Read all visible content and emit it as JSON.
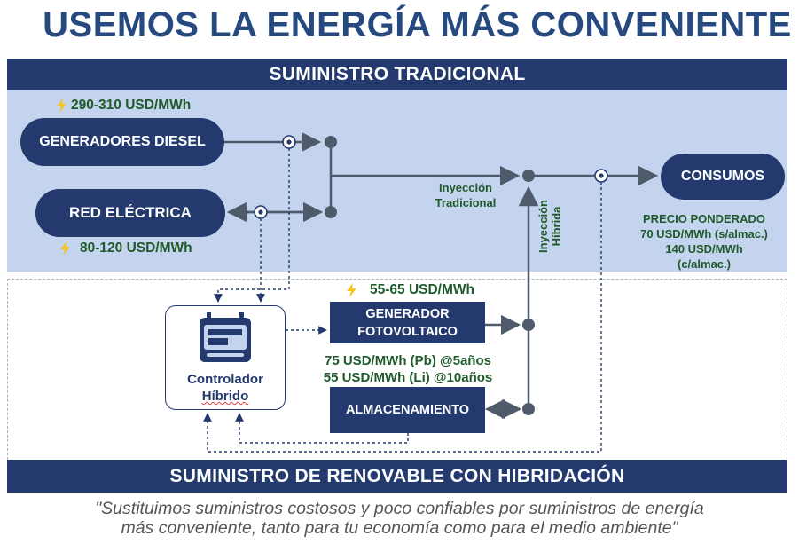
{
  "title": "USEMOS LA ENERGÍA MÁS CONVENIENTE",
  "traditional": {
    "header": "SUMINISTRO TRADICIONAL",
    "diesel_label": "GENERADORES DIESEL",
    "diesel_price": "290-310 USD/MWh",
    "grid_label": "RED ELÉCTRICA",
    "grid_price": "80-120 USD/MWh",
    "injection_line1": "Inyección",
    "injection_line2": "Tradicional",
    "consumption_label": "CONSUMOS",
    "weighted_line1": "PRECIO PONDERADO",
    "weighted_line2": "70 USD/MWh (s/almac.)",
    "weighted_line3": "140 USD/MWh",
    "weighted_line4": "(c/almac.)"
  },
  "renewable": {
    "header": "SUMINISTRO DE RENOVABLE CON HIBRIDACIÓN",
    "hybrid_injection_line1": "Inyección",
    "hybrid_injection_line2": "Híbrida",
    "pv_line1": "GENERADOR",
    "pv_line2": "FOTOVOLTAICO",
    "pv_price": "55-65 USD/MWh",
    "storage_label": "ALMACENAMIENTO",
    "storage_price_pb": "75 USD/MWh (Pb) @5años",
    "storage_price_li": "55 USD/MWh (Li)  @10años",
    "controller_line1": "Controlador",
    "controller_line2": "Híbrido"
  },
  "quote_line1": "\"Sustituimos suministros costosos y poco confiables por suministros de energía",
  "quote_line2": "más conveniente, tanto para tu economía como para el medio ambiente\"",
  "colors": {
    "navy": "#243a6e",
    "title_blue": "#26497f",
    "light_blue": "#c5d4ee",
    "green_text": "#1e5a2a",
    "bolt_yellow": "#f5c518",
    "line_gray": "#4f5b6b"
  },
  "icons": [
    "lightning-bolt-icon",
    "controller-device-icon"
  ]
}
